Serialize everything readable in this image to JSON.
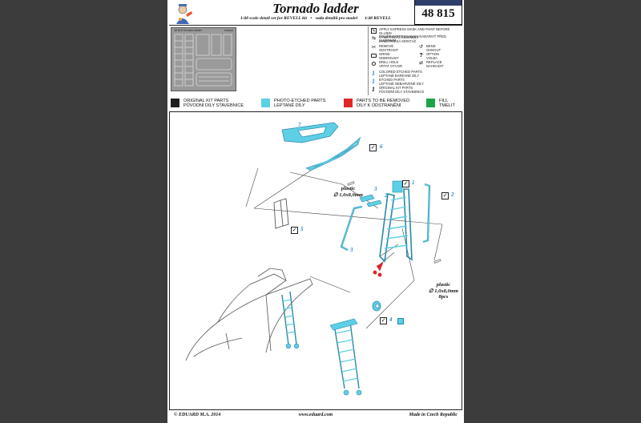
{
  "title": "Tornado ladder",
  "product_number": "48 815",
  "subtitle": {
    "part1": "1/48 scale detail set for REVELL kit",
    "bullet": "•",
    "part2": "sada detailů pro model",
    "part3": "1/48 REVELL"
  },
  "fret_label": "48 815 Tornado ladder",
  "fret_code": "eduard",
  "instructions": [
    {
      "icon": "mask-icon",
      "line1": "APPLY EXPRESS MASK AND PAINT BEFORE GLUING",
      "line2": "POUŽIT EXPRESS MASK NABARVIT PŘED SLEPENÍM"
    },
    {
      "icon": "symmetric-icon",
      "line1": "SYMETRICAL ASSEMBLY",
      "line2": "SYMETRICKÁ MONTÁŽ"
    },
    {
      "icon": "remove-icon",
      "line1": "REMOVE",
      "line2": "ODSTRANIT"
    },
    {
      "icon": "grind-icon",
      "line1": "GRIND",
      "line2": "ODBROUSIT"
    },
    {
      "icon": "drill-icon",
      "line1": "DRILL HOLE",
      "line2": "VRTAT OTVOR"
    }
  ],
  "instructions_right": [
    {
      "icon": "bend-icon",
      "line1": "BEND",
      "line2": "OHNOUT"
    },
    {
      "icon": "option-icon",
      "line1": "OPTION",
      "line2": "VOLBA"
    },
    {
      "icon": "replace-icon",
      "line1": "REPLACE",
      "line2": "NAHRADIT"
    }
  ],
  "part_notes": [
    {
      "glyph": "1",
      "color": "#2a88c8",
      "line1": "COLORED ETCHED PARTS",
      "line2": "LEPTANÉ BAREVNÉ DÍLY"
    },
    {
      "glyph": "1",
      "color": "#2a88c8",
      "line1": "ETCHED PARTS",
      "line2": "LEPTANÉ NEBARVENÉ DÍLY"
    },
    {
      "glyph": "1",
      "color": "#222222",
      "line1": "ORIGINAL KIT PARTS",
      "line2": "PŮVODNÍ DÍLY STAVEBNICE"
    }
  ],
  "legend": [
    {
      "color": "#1e1e1e",
      "line1": "ORIGINAL KIT PARTS",
      "line2": "PŮVODNÍ DÍLY STAVEBNICE"
    },
    {
      "color": "#5ecfe6",
      "line1": "PHOTO-ETCHED PARTS",
      "line2": "LEPTANÉ DÍLY"
    },
    {
      "color": "#e22525",
      "line1": "PARTS TO BE REMOVED",
      "line2": "DÍLY K ODSTRANĚNÍ"
    },
    {
      "color": "#1ea34a",
      "line1": "FILL",
      "line2": "TMELIT"
    }
  ],
  "callouts": {
    "c7": "7",
    "c6": "6",
    "c3a": "3",
    "c2a": "2",
    "c1": "1",
    "c2b": "2",
    "c5": "5",
    "c3b": "3",
    "c4": "4"
  },
  "plastic_note_1": {
    "label": "plastic",
    "spec": "∅ 1,0x8,0mm"
  },
  "plastic_note_2": {
    "label": "plastic",
    "spec": "∅ 1,0x8,0mm",
    "qty": "8pcs"
  },
  "footer": {
    "left": "© EDUARD  M.A. 2014",
    "center": "www.eduard.com",
    "right": "Made in Czech Republic"
  },
  "colors": {
    "photo_etch": "#5ecfe6",
    "etch_stroke": "#3aa9c6",
    "remove": "#e22525",
    "kit_line": "#555555"
  }
}
